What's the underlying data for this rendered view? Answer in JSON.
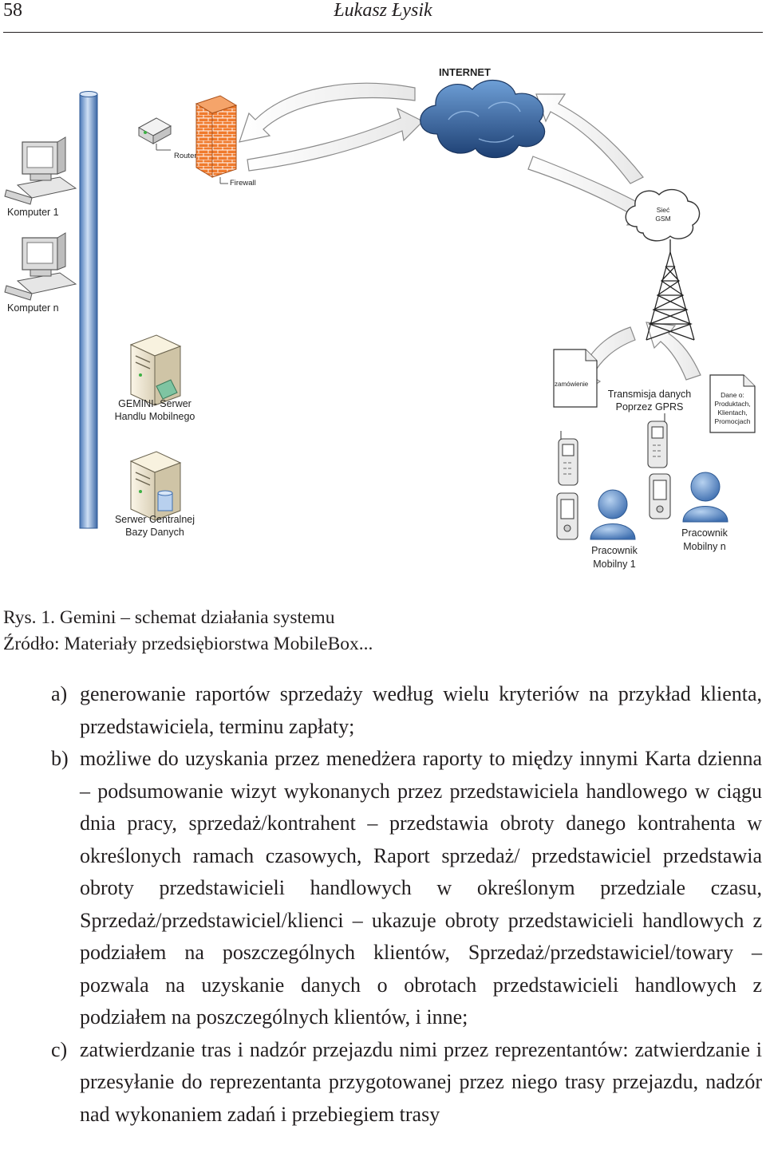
{
  "header": {
    "page_number": "58",
    "running_head": "Łukasz Łysik"
  },
  "figure": {
    "labels": {
      "internet": "INTERNET",
      "router": "Router",
      "firewall": "Firewall",
      "komputer1": "Komputer 1",
      "komputern": "Komputer n",
      "gemini_line1": "GEMINI- Serwer",
      "gemini_line2": "Handlu Mobilnego",
      "db_line1": "Serwer Centralnej",
      "db_line2": "Bazy Danych",
      "gsm_line1": "Sieć",
      "gsm_line2": "GSM",
      "zamowienie": "zamówienie",
      "gprs_line1": "Transmisja danych",
      "gprs_line2": "Poprzez GPRS",
      "dane_line1": "Dane o:",
      "dane_line2": "Produktach,",
      "dane_line3": "Klientach,",
      "dane_line4": "Promocjach",
      "prac1_line1": "Pracownik",
      "prac1_line2": "Mobilny 1",
      "pracn_line1": "Pracownik",
      "pracn_line2": "Mobilny n"
    }
  },
  "caption": {
    "line1": "Rys. 1. Gemini – schemat działania systemu",
    "line2": "Źródło: Materiały przedsiębiorstwa MobileBox..."
  },
  "list": [
    {
      "label": "a)",
      "text": "generowanie raportów sprzedaży według wielu kryteriów na przykład klienta, przedstawiciela, terminu zapłaty;"
    },
    {
      "label": "b)",
      "text": "możliwe do uzyskania przez menedżera raporty to między innymi Karta dzienna – podsumowanie wizyt wykonanych przez przedstawiciela handlowego w ciągu dnia pracy, sprzedaż/kontrahent – przedstawia obroty danego kontrahenta w określonych ramach czasowych, Raport sprzedaż/ przedstawiciel przedstawia obroty przedstawicieli handlowych w określonym przedziale czasu, Sprzedaż/przedstawiciel/klienci – ukazuje obroty przedstawicieli handlowych z podziałem na poszczególnych klientów, Sprzedaż/przedstawiciel/towary – pozwala na uzyskanie danych o obrotach przedstawicieli handlowych z podziałem na poszczególnych klientów, i inne;"
    },
    {
      "label": "c)",
      "text": "zatwierdzanie tras i nadzór przejazdu nimi przez reprezentantów: zatwierdzanie i przesyłanie do reprezentanta przygotowanej przez niego trasy przejazdu, nadzór nad wykonaniem zadań i przebiegiem trasy"
    }
  ]
}
